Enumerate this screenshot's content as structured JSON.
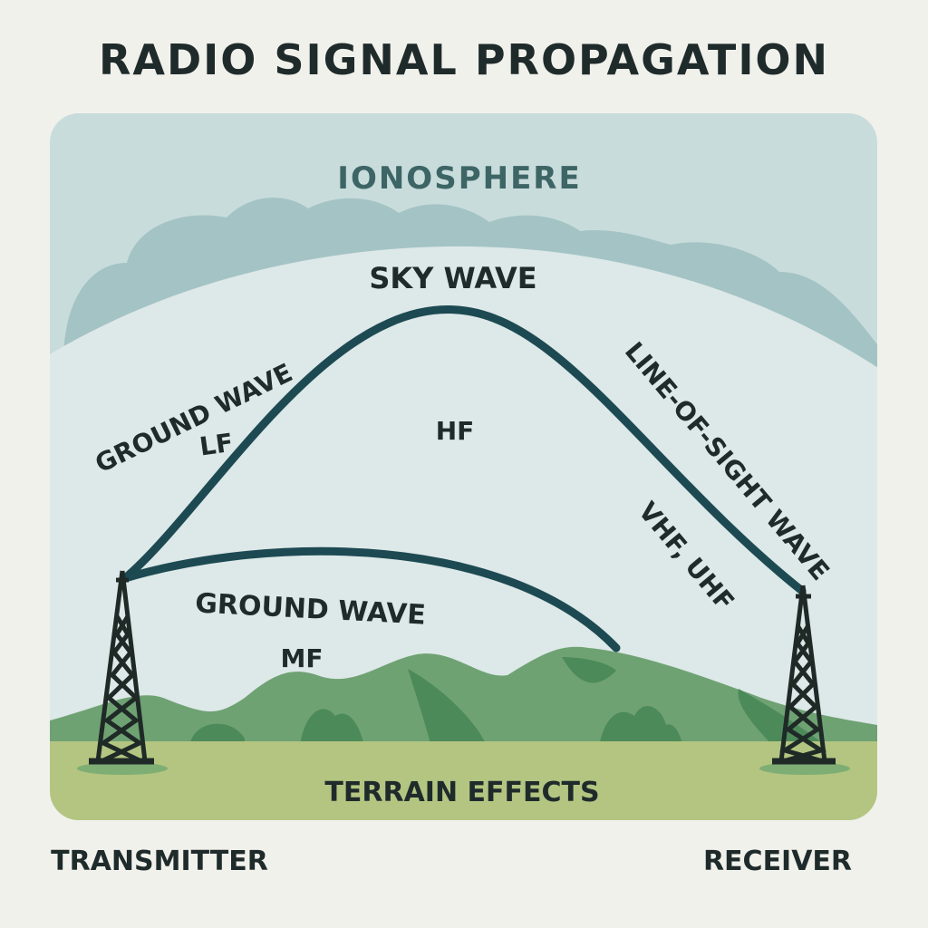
{
  "title": "RADIO SIGNAL PROPAGATION",
  "labels": {
    "ionosphere": "IONOSPHERE",
    "sky_wave": "SKY WAVE",
    "ground_wave_lf_1": "GROUND WAVE",
    "ground_wave_lf_2": "LF",
    "hf": "HF",
    "line_of_sight": "LINE-OF-SIGHT WAVE",
    "vhf_uhf": "VHF, UHF",
    "ground_wave_mf_1": "GROUND WAVE",
    "ground_wave_mf_2": "MF",
    "terrain": "TERRAIN EFFECTS",
    "transmitter": "TRANSMITTER",
    "receiver": "RECEIVER"
  },
  "colors": {
    "background": "#f1f1ec",
    "sky": "#c9dcdc",
    "ionosphere_cloud": "#a4c3c5",
    "atmosphere": "#dde8e8",
    "wave": "#1d4a52",
    "hills": "#6fa273",
    "hills_dark": "#4d8a5a",
    "ground": "#b3c581",
    "text": "#1f2b2b",
    "ionosphere_text": "#3d6565"
  }
}
